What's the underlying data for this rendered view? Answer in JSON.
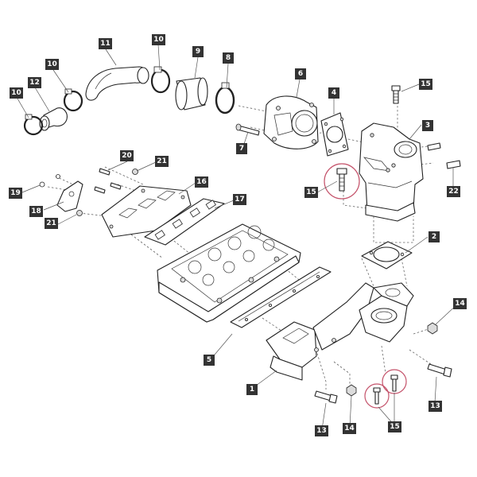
{
  "callouts": {
    "c1": "1",
    "c2": "2",
    "c3": "3",
    "c4": "4",
    "c5": "5",
    "c6": "6",
    "c7": "7",
    "c8": "8",
    "c9": "9",
    "c10a": "10",
    "c10b": "10",
    "c10c": "10",
    "c11": "11",
    "c12": "12",
    "c13a": "13",
    "c13b": "13",
    "c14a": "14",
    "c14b": "14",
    "c15a": "15",
    "c15b": "15",
    "c15c": "15",
    "c16": "16",
    "c17": "17",
    "c18": "18",
    "c19": "19",
    "c20": "20",
    "c21a": "21",
    "c21b": "21",
    "c22": "22"
  },
  "colors": {
    "callout_bg": "#333333",
    "callout_text": "#ffffff",
    "highlight": "#c4526a",
    "line": "#222222"
  }
}
